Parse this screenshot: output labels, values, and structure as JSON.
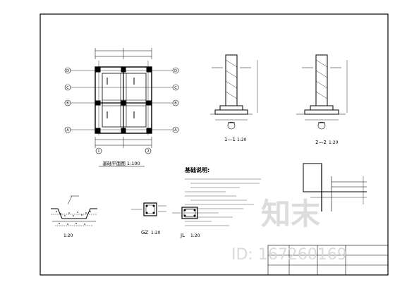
{
  "drawing": {
    "plan_title": "基础平面图 1:100",
    "section_1_label": "1—1",
    "section_1_scale": "1:20",
    "section_2_label": "2—2",
    "section_2_scale": "1:20",
    "notes_heading": "基础说明:",
    "gz_label": "GZ",
    "gz_scale": "1:20",
    "jl_label": "JL",
    "jl_scale": "1:20",
    "detail_label": "1:20",
    "grid_letters": [
      "D",
      "C",
      "B",
      "A"
    ],
    "grid_numbers": [
      "1",
      "2"
    ]
  },
  "watermark": {
    "brand": "知末",
    "id_text": "ID: 167260169"
  }
}
